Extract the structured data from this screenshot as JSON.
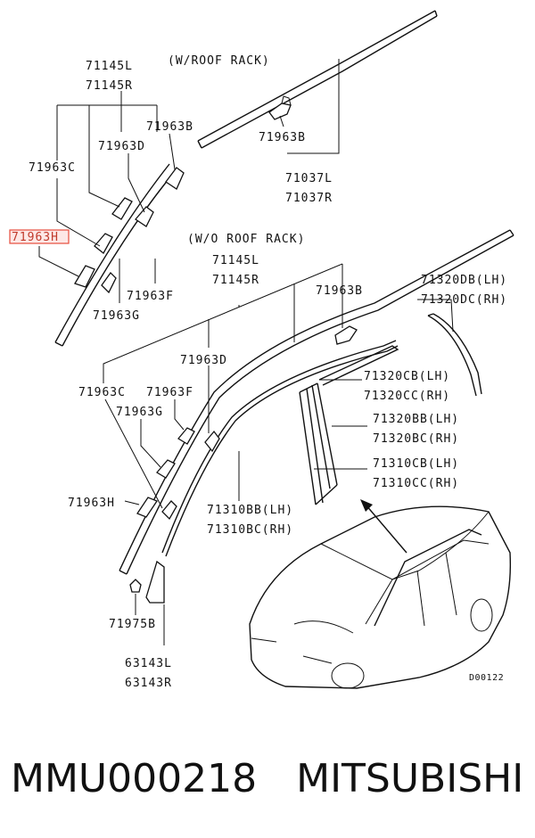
{
  "labels": {
    "p71145l_a": "71145L",
    "p71145r_a": "71145R",
    "roof_rack": "(W/ROOF RACK)",
    "p71963b_a": "71963B",
    "p71963d_a": "71963D",
    "p71963c_a": "71963C",
    "p71963h_a": "71963H",
    "p71963f_a": "71963F",
    "p71963g_a": "71963G",
    "p71963b_b": "71963B",
    "p71037l": "71037L",
    "p71037r": "71037R",
    "no_roof_rack": "(W/O ROOF RACK)",
    "p71145l_b": "71145L",
    "p71145r_b": "71145R",
    "p71963b_c": "71963B",
    "p71320db": "71320DB(LH)",
    "p71320dc": "71320DC(RH)",
    "p71963d_b": "71963D",
    "p71320cb": "71320CB(LH)",
    "p71320cc": "71320CC(RH)",
    "p71963c_b": "71963C",
    "p71963f_b": "71963F",
    "p71963g_b": "71963G",
    "p71320bb": "71320BB(LH)",
    "p71320bc": "71320BC(RH)",
    "p71310cb": "71310CB(LH)",
    "p71310cc": "71310CC(RH)",
    "p71963h_b": "71963H",
    "p71310bb": "71310BB(LH)",
    "p71310bc": "71310BC(RH)",
    "p71975b": "71975B",
    "p63143l": "63143L",
    "p63143r": "63143R",
    "diagram_code": "D00122"
  },
  "footer": {
    "part_number": "MMU000218",
    "brand": "MITSUBISHI"
  },
  "colors": {
    "highlight": "#e74c3c",
    "ink": "#111111"
  }
}
